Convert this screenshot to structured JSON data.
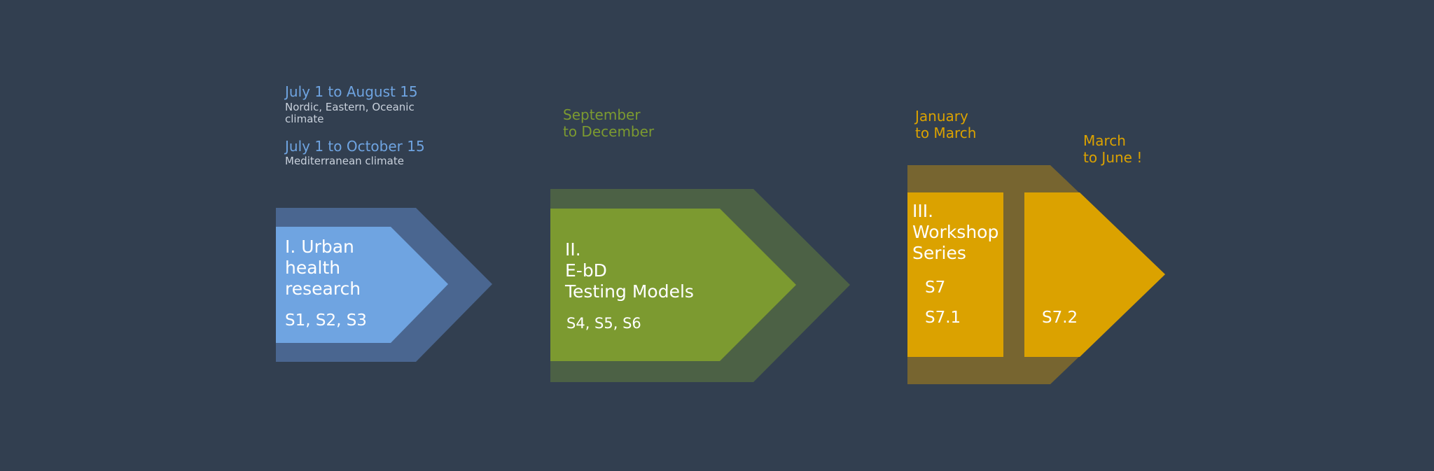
{
  "colors": {
    "background": "#323f50",
    "stage1_outer": "#4a6690",
    "stage1_inner": "#6fa4e1",
    "stage2_outer": "#4c6145",
    "stage2_inner": "#7c9a30",
    "stage3_outer": "#776530",
    "stage3_inner": "#dba200"
  },
  "stage1": {
    "dates": [
      {
        "range": "July 1 to August 15",
        "note": "Nordic, Eastern, Oceanic\nclimate"
      },
      {
        "range": "July 1 to October 15",
        "note": "Mediterranean climate"
      }
    ],
    "title": "I. Urban\nhealth\nresearch",
    "sessions": "S1, S2, S3"
  },
  "stage2": {
    "dates": "September\nto December",
    "title": "II.\nE-bD\nTesting Models",
    "sessions": "S4, S5, S6"
  },
  "stage3": {
    "dates_a": "January\nto March",
    "dates_b": "March\nto June !",
    "title": "III.\nWorkshop\nSeries",
    "session_a1": "S7",
    "session_a2": "S7.1",
    "session_b": "S7.2"
  }
}
